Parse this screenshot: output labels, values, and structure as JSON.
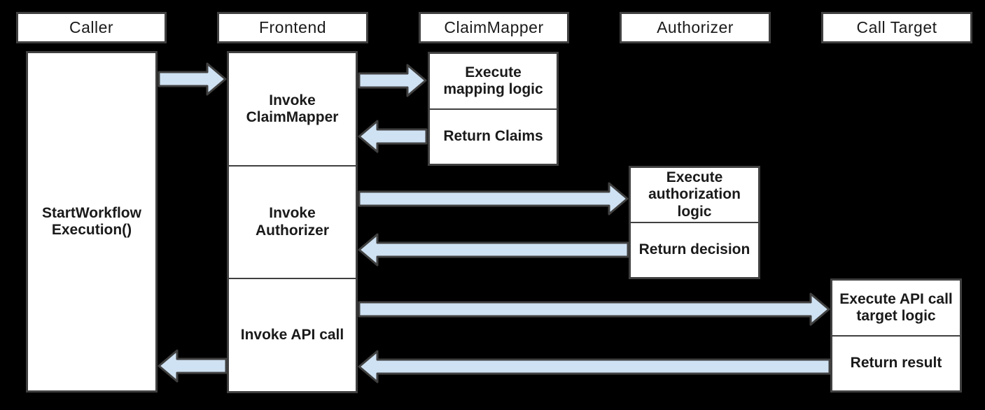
{
  "colors": {
    "background": "#000000",
    "box_fill": "#ffffff",
    "box_border": "#404040",
    "arrow_fill": "#cfe2f3",
    "arrow_border": "#404040",
    "text": "#1a1a1a"
  },
  "lifelines": [
    {
      "label": "Caller"
    },
    {
      "label": "Frontend"
    },
    {
      "label": "ClaimMapper"
    },
    {
      "label": "Authorizer"
    },
    {
      "label": "Call Target"
    }
  ],
  "activations": {
    "caller": {
      "label": "StartWorkflow Execution()"
    },
    "frontend": {
      "steps": [
        "Invoke ClaimMapper",
        "Invoke Authorizer",
        "Invoke API call"
      ]
    },
    "claim_mapper": {
      "steps": [
        "Execute mapping logic",
        "Return Claims"
      ]
    },
    "authorizer": {
      "steps": [
        "Execute authorization logic",
        "Return decision"
      ]
    },
    "call_target": {
      "steps": [
        "Execute API call target logic",
        "Return result"
      ]
    }
  },
  "messages": [
    {
      "from": "Caller",
      "to": "Frontend",
      "direction": "right"
    },
    {
      "from": "Frontend",
      "to": "ClaimMapper",
      "direction": "right"
    },
    {
      "from": "ClaimMapper",
      "to": "Frontend",
      "direction": "left"
    },
    {
      "from": "Frontend",
      "to": "Authorizer",
      "direction": "right"
    },
    {
      "from": "Authorizer",
      "to": "Frontend",
      "direction": "left"
    },
    {
      "from": "Frontend",
      "to": "Call Target",
      "direction": "right"
    },
    {
      "from": "Call Target",
      "to": "Frontend",
      "direction": "left"
    },
    {
      "from": "Frontend",
      "to": "Caller",
      "direction": "left"
    }
  ]
}
